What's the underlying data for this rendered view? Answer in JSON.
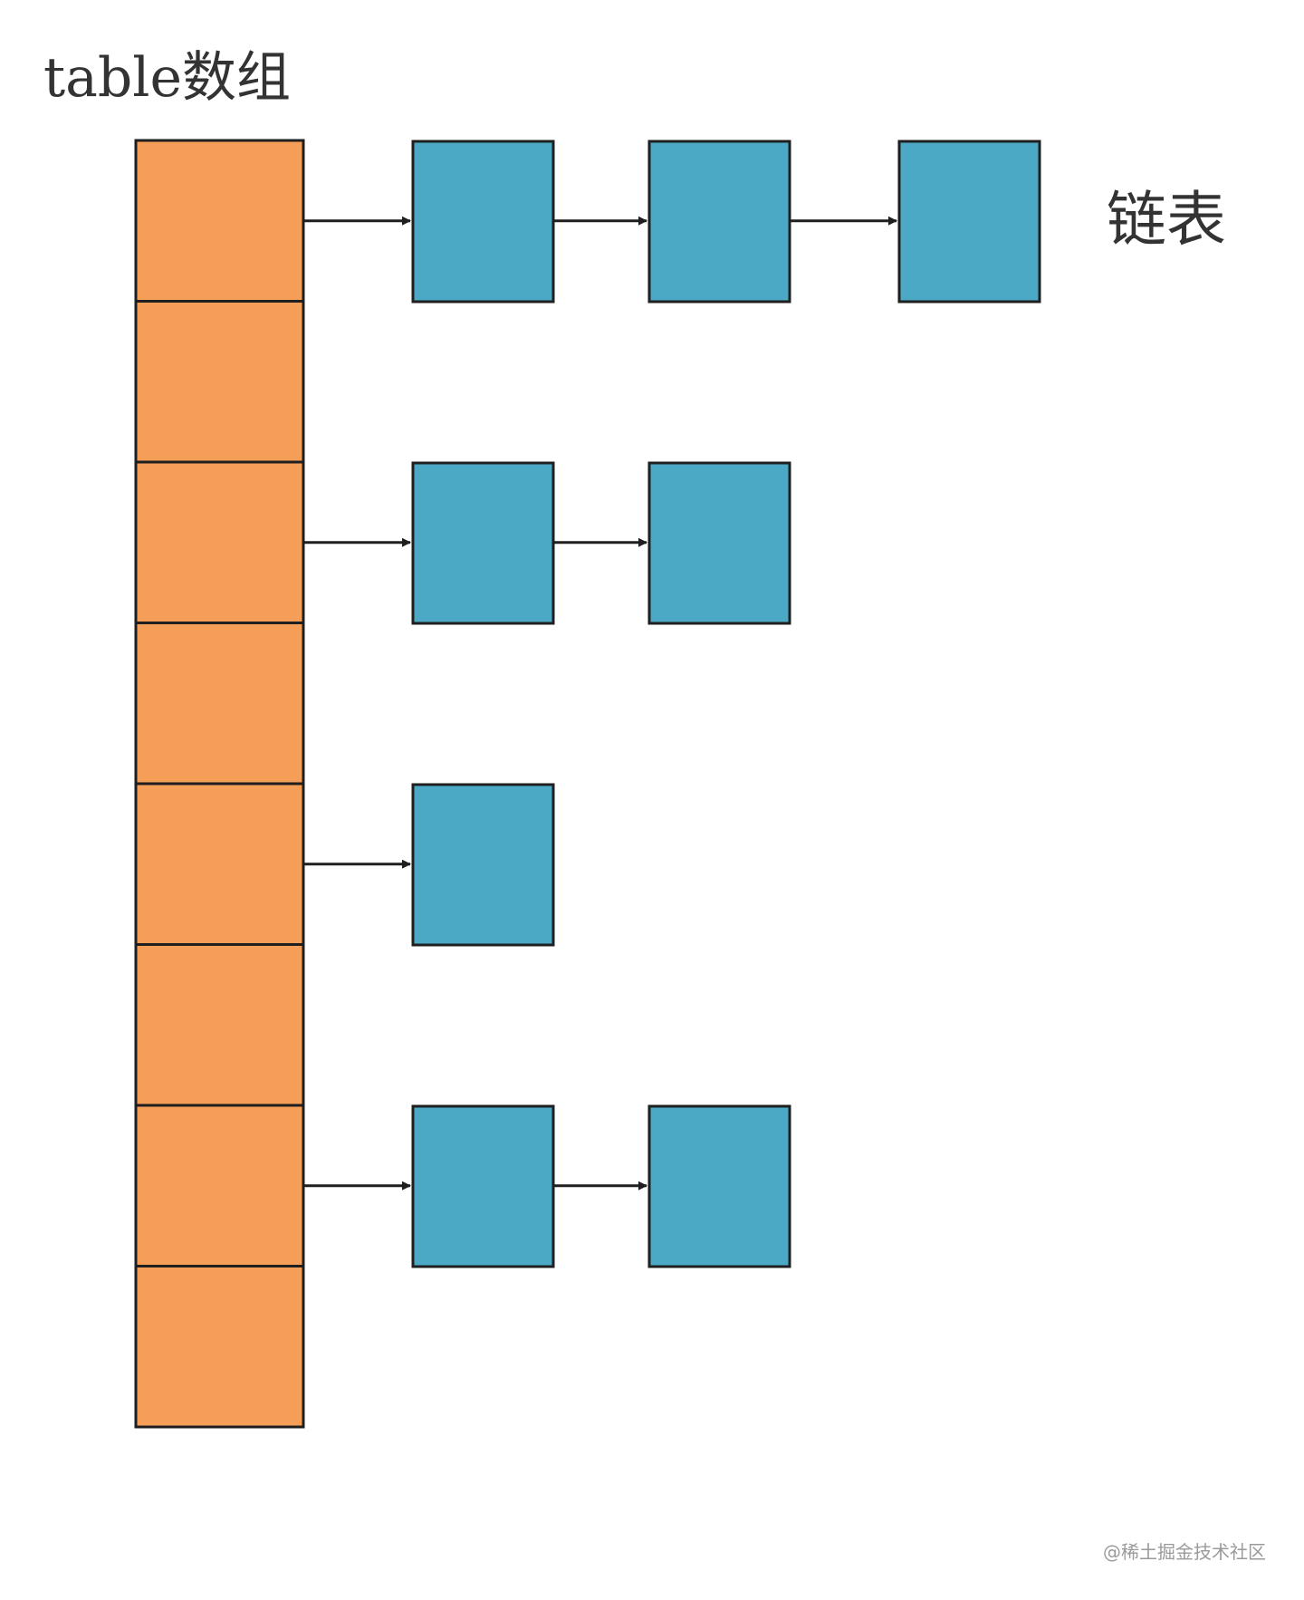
{
  "diagram": {
    "array_label": "table数组",
    "list_label": "链表",
    "watermark": "@稀土掘金技术社区",
    "array_slot_count": 8,
    "chains": [
      {
        "slot": 0,
        "nodes": 3
      },
      {
        "slot": 2,
        "nodes": 2
      },
      {
        "slot": 4,
        "nodes": 1
      },
      {
        "slot": 6,
        "nodes": 2
      }
    ],
    "colors": {
      "array_fill": "#f59e58",
      "node_fill": "#4ba9c6",
      "stroke": "#1f1f1f",
      "text": "#333333",
      "watermark": "#9a9a9a"
    }
  }
}
